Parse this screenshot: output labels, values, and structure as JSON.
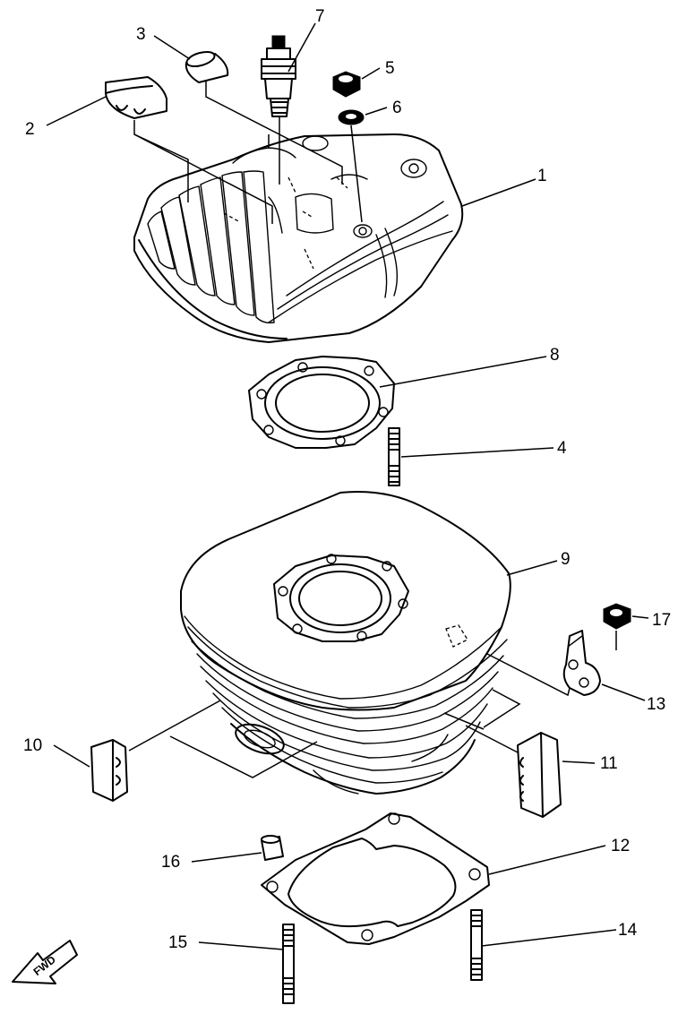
{
  "diagram": {
    "callouts": [
      {
        "id": "1",
        "label": "1"
      },
      {
        "id": "2",
        "label": "2"
      },
      {
        "id": "3",
        "label": "3"
      },
      {
        "id": "4",
        "label": "4"
      },
      {
        "id": "5",
        "label": "5"
      },
      {
        "id": "6",
        "label": "6"
      },
      {
        "id": "7",
        "label": "7"
      },
      {
        "id": "8",
        "label": "8"
      },
      {
        "id": "9",
        "label": "9"
      },
      {
        "id": "10",
        "label": "10"
      },
      {
        "id": "11",
        "label": "11"
      },
      {
        "id": "12",
        "label": "12"
      },
      {
        "id": "13",
        "label": "13"
      },
      {
        "id": "14",
        "label": "14"
      },
      {
        "id": "15",
        "label": "15"
      },
      {
        "id": "16",
        "label": "16"
      },
      {
        "id": "17",
        "label": "17"
      }
    ],
    "fwd_label": "FWD"
  }
}
